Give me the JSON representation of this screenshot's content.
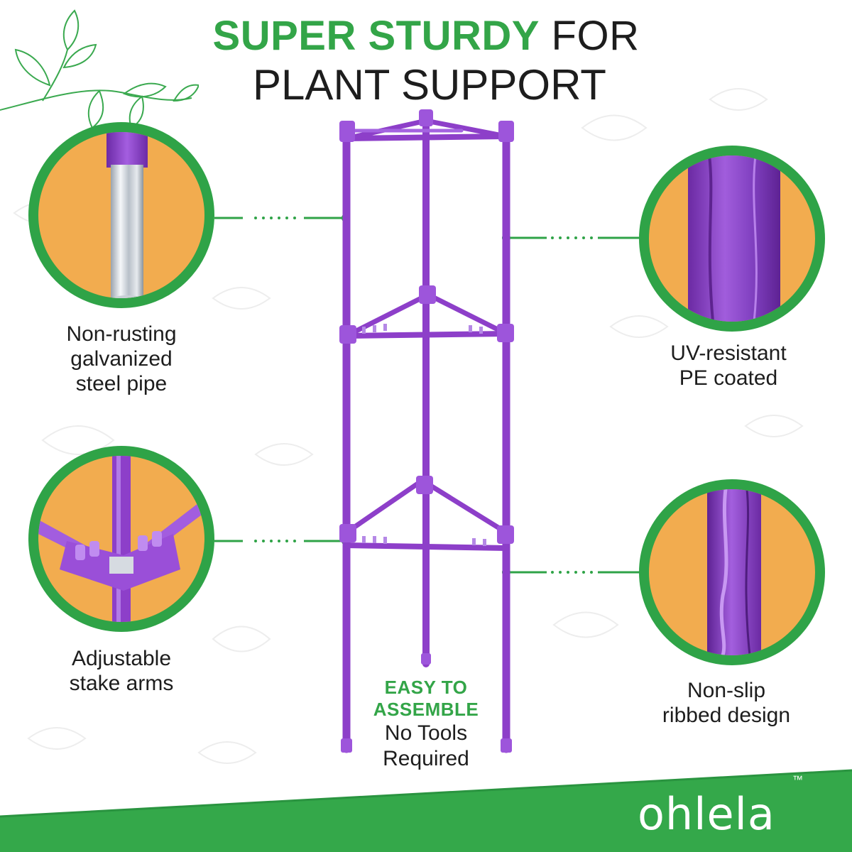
{
  "headline": {
    "highlight": "SUPER STURDY",
    "rest_line1": " FOR",
    "line2": "PLANT SUPPORT"
  },
  "features": {
    "top_left": [
      "Non-rusting",
      "galvanized",
      "steel pipe"
    ],
    "top_right": [
      "UV-resistant",
      "PE coated"
    ],
    "bottom_left": [
      "Adjustable",
      "stake arms"
    ],
    "bottom_right": [
      "Non-slip",
      "ribbed design"
    ]
  },
  "assembly": {
    "title_1": "EASY TO",
    "title_2": "ASSEMBLE",
    "sub_1": "No Tools",
    "sub_2": "Required"
  },
  "brand": {
    "name": "ohlela",
    "trademark": "™"
  },
  "colors": {
    "accent_green": "#33a548",
    "ring_green": "#2fa347",
    "orange": "#f2ac4f",
    "purple": "#8d3fc9",
    "text": "#1d1d1d"
  },
  "icons": [
    "leaf-sprig-icon",
    "steel-pipe-icon",
    "ribbed-stake-icon",
    "stake-arm-clip-icon",
    "tomato-cage-icon"
  ]
}
